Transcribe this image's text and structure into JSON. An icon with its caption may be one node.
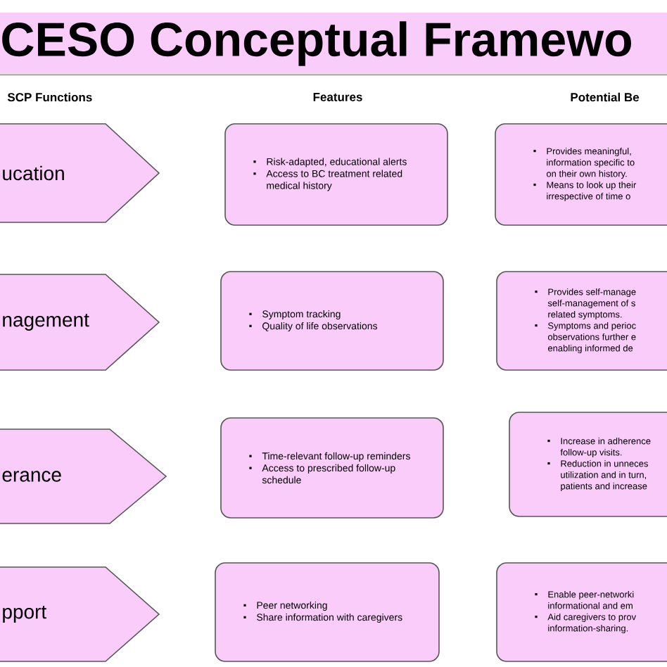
{
  "diagram": {
    "title": "CESO Conceptual Framewo",
    "nodes": [
      {
        "text": [
          "ucation"
        ]
      },
      {
        "text": [
          "Risk-adapted, educational alerts",
          "Access to BC treatment related medical history"
        ]
      },
      {
        "text": [
          "Provides meaningful, information specific to on their own history.",
          "Means to look up their irrespective of time o"
        ]
      },
      {
        "text": [
          "nagement"
        ]
      },
      {
        "text": [
          "Symptom tracking",
          "Quality of life observations"
        ]
      },
      {
        "text": [
          "Provides self-manage self-management of s related symptoms.",
          "Symptoms and perioc observations further e enabling informed de"
        ]
      },
      {
        "text": [
          "erance"
        ]
      },
      {
        "text": [
          "Time-relevant follow-up reminders",
          "Access to prescribed follow-up schedule"
        ]
      },
      {
        "text": [
          "Increase in adherence follow-up visits.",
          "Reduction in unneces utilization and in turn, patients and increase"
        ]
      },
      {
        "text": [
          "pport"
        ]
      },
      {
        "text": [
          "Peer networking",
          "Share information with caregivers"
        ]
      },
      {
        "text": [
          "Enable peer-networki informational and em",
          "Aid caregivers to prov information-sharing."
        ]
      }
    ],
    "labels": [
      "SCP Functions",
      "Features",
      "Potential Be"
    ]
  }
}
